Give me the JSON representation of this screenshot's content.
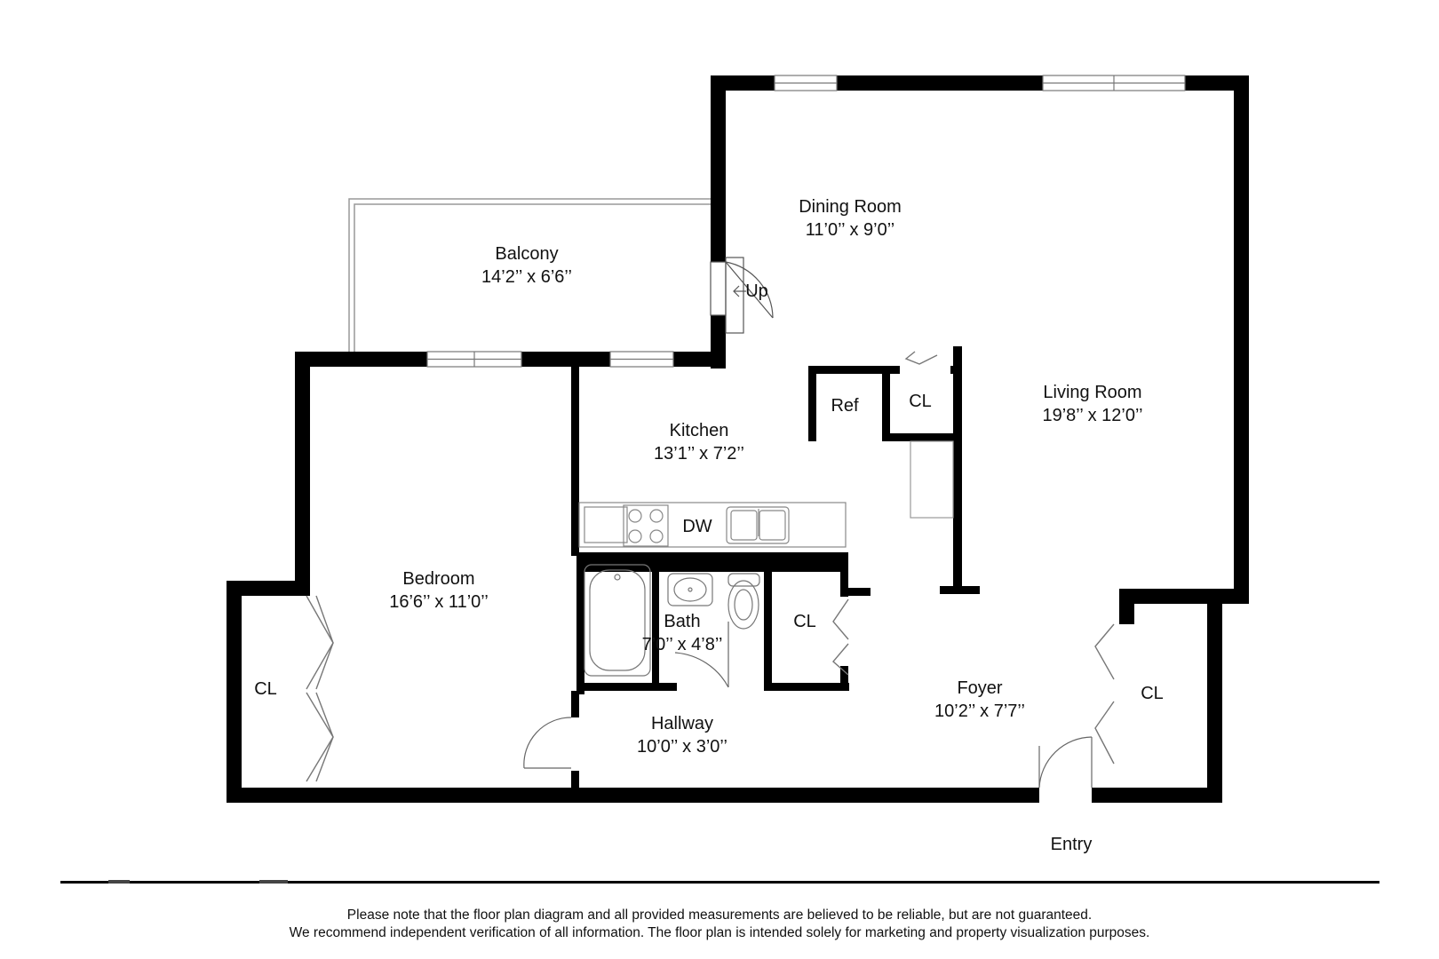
{
  "rooms": {
    "dining": {
      "name": "Dining Room",
      "dim": "11’0’’ x 9’0’’"
    },
    "balcony": {
      "name": "Balcony",
      "dim": "14’2’’ x 6’6’’"
    },
    "living": {
      "name": "Living Room",
      "dim": "19’8’’ x 12’0’’"
    },
    "kitchen": {
      "name": "Kitchen",
      "dim": "13’1’’ x 7’2’’"
    },
    "bedroom": {
      "name": "Bedroom",
      "dim": "16’6’’ x 11’0’’"
    },
    "bath": {
      "name": "Bath",
      "dim": "7’0’’ x 4’8’’"
    },
    "hallway": {
      "name": "Hallway",
      "dim": "10’0’’ x 3’0’’"
    },
    "foyer": {
      "name": "Foyer",
      "dim": "10’2’’ x 7’7’’"
    }
  },
  "labels": {
    "up": "Up",
    "ref": "Ref",
    "dw": "DW",
    "closet": "CL",
    "entry": "Entry"
  },
  "disclaimer": {
    "line1": "Please note that the floor plan diagram and all provided measurements are believed to be reliable, but are not guaranteed.",
    "line2": "We recommend independent verification of all information. The floor plan is intended solely for marketing and property visualization purposes."
  }
}
